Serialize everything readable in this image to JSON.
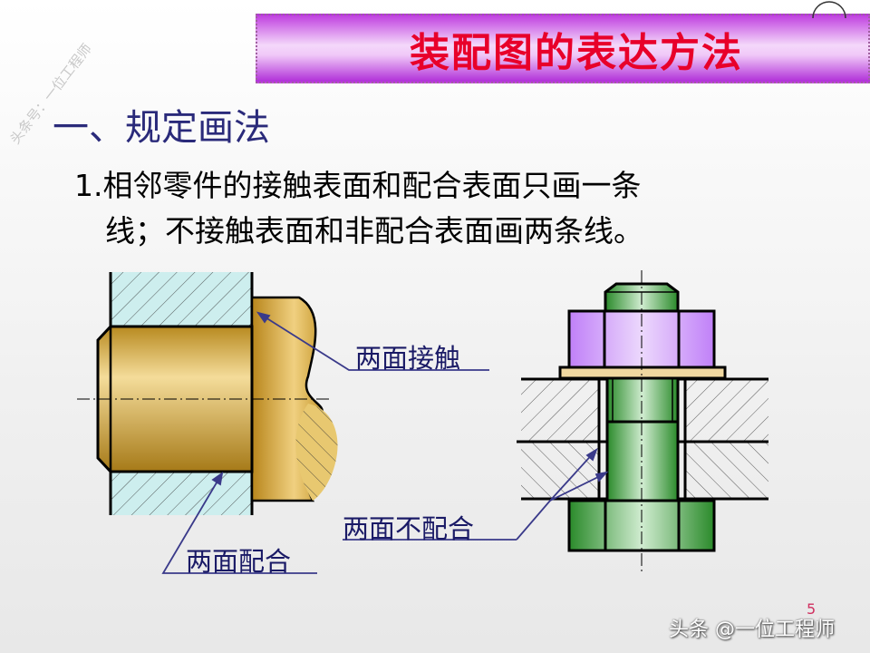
{
  "title": "装配图的表达方法",
  "section": "一、规定画法",
  "point": {
    "number": "1.",
    "line1": "相邻零件的接触表面和配合表面只画一条",
    "line2": "线；不接触表面和非配合表面画两条线。"
  },
  "labels": {
    "contact": "两面接触",
    "fit": "两面配合",
    "no_fit": "两面不配合"
  },
  "watermark": "头条号：一位工程师",
  "footer_watermark": "头条 @一位工程师",
  "page_number": "5",
  "colors": {
    "title_text": "#e8002a",
    "heading": "#2a2a7a",
    "labels": "#1a1a66"
  }
}
